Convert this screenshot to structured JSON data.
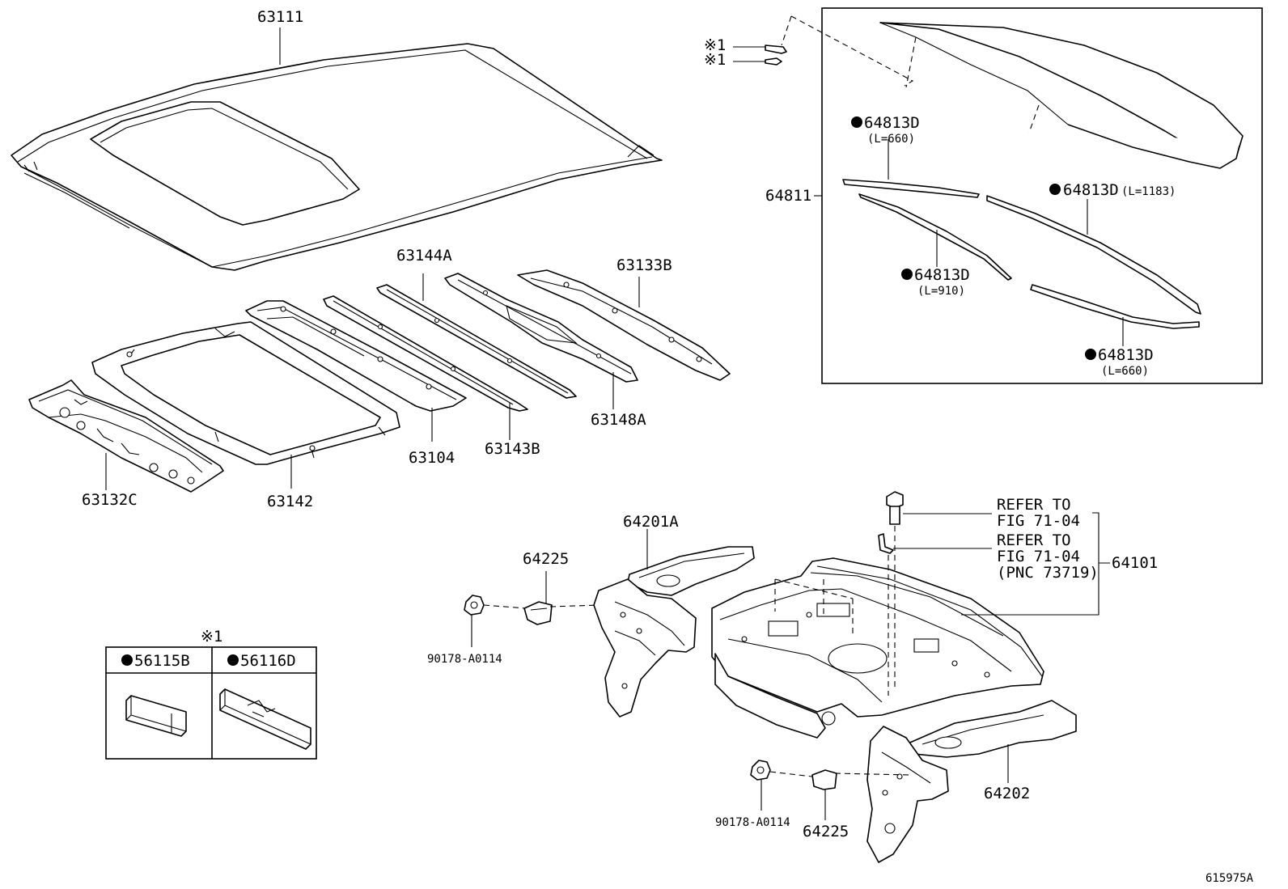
{
  "labels": {
    "roof_panel": "63111",
    "windshield_header": "63132C",
    "sunroof_reinforcement": "63142",
    "roof_bow_front": "63104",
    "roof_bow_a": "63144A",
    "roof_bow_b": "63143B",
    "roof_bow_c": "63148A",
    "roof_bow_rear": "63133B",
    "back_window_glass": "64811",
    "dam_1_part": "64813D",
    "dam_1_length": "(L=660)",
    "dam_2_part": "64813D",
    "dam_2_length": "(L=1183)",
    "dam_3_part": "64813D",
    "dam_3_length": "(L=910)",
    "dam_4_part": "64813D",
    "dam_4_length": "(L=660)",
    "clip_ref_1": "※1",
    "clip_ref_2": "※1",
    "gutter_lh": "64201A",
    "bracket_upper": "64225",
    "nut_upper": "90178-A0114",
    "package_tray": "64101",
    "refer_1_line1": "REFER TO",
    "refer_1_line2": "FIG 71-04",
    "refer_2_line1": "REFER TO",
    "refer_2_line2": "FIG 71-04",
    "refer_2_line3": "(PNC 73719)",
    "gutter_rh": "64202",
    "nut_lower": "90178-A0114",
    "bracket_lower": "64225",
    "inset_header": "※1",
    "inset_part_1": "56115B",
    "inset_part_2": "56116D",
    "illustration_id": "615975A"
  }
}
